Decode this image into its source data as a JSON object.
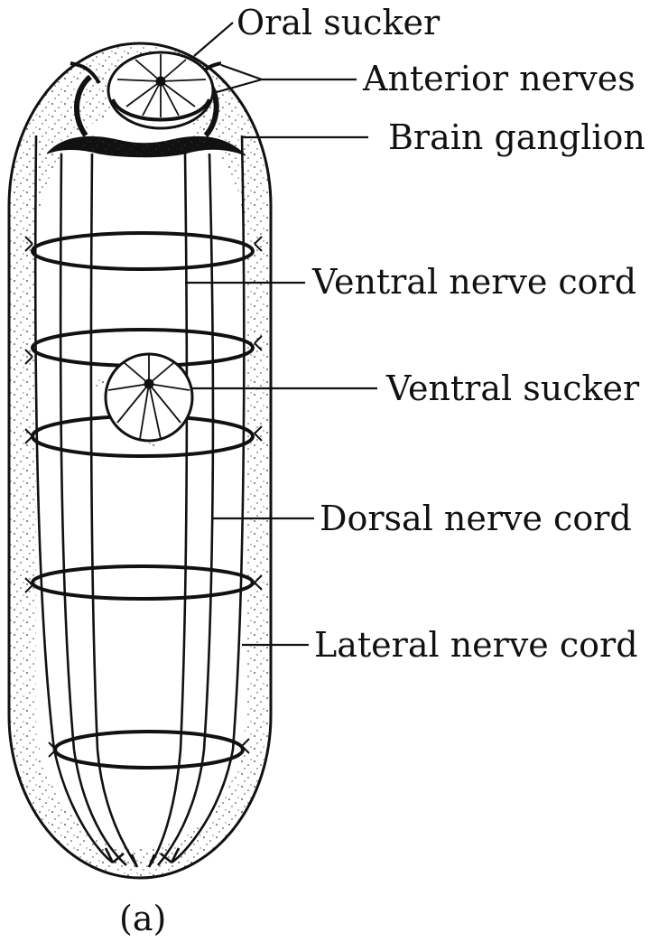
{
  "figure": {
    "caption": "(a)",
    "labels": {
      "oral_sucker": "Oral sucker",
      "anterior_nerves": "Anterior nerves",
      "brain_ganglion": "Brain ganglion",
      "ventral_nerve_cord": "Ventral nerve cord",
      "ventral_sucker": "Ventral sucker",
      "dorsal_nerve_cord": "Dorsal nerve cord",
      "lateral_nerve_cord": "Lateral nerve cord"
    }
  }
}
